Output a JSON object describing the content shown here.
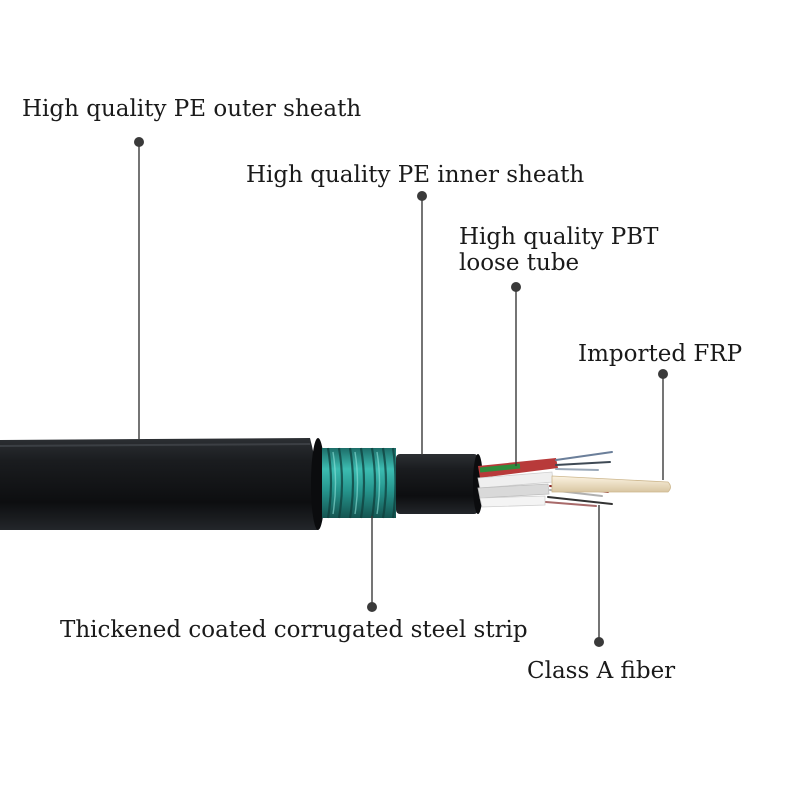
{
  "diagram": {
    "labels": {
      "outer_sheath": "High quality PE outer sheath",
      "inner_sheath": "High quality PE inner sheath",
      "loose_tube_line1": "High quality PBT",
      "loose_tube_line2": "loose tube",
      "frp": "Imported FRP",
      "steel_strip": "Thickened coated corrugated steel strip",
      "fiber": "Class A fiber"
    },
    "colors": {
      "jacket": "#141618",
      "steel": "#2aa39a",
      "frp": "#f1e4c8",
      "leader": "#3a3a3a"
    }
  }
}
